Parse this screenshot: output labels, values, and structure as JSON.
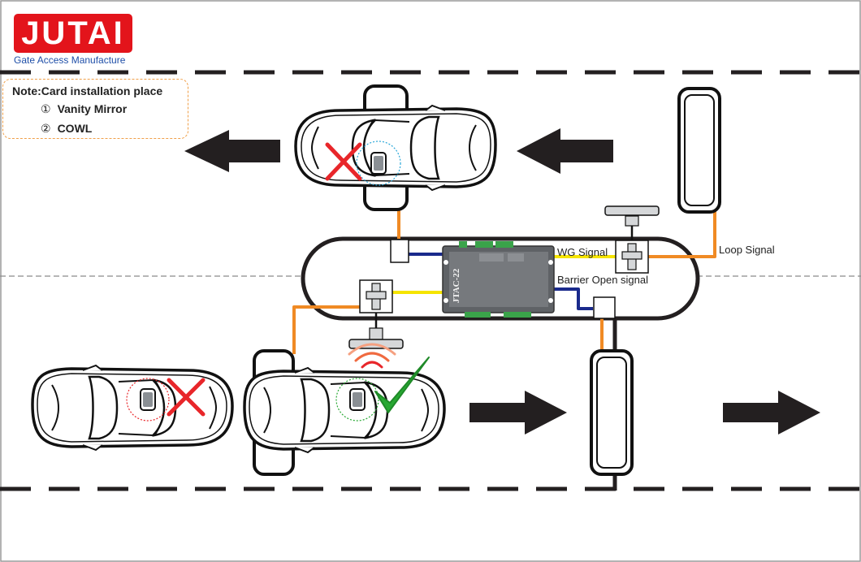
{
  "logo": {
    "brand": "JUTAI",
    "tagline": "Gate Access Manufacture",
    "color": "#e3141b",
    "tagline_color": "#1f4fa8"
  },
  "note": {
    "title": "Note:Card installation place",
    "items": [
      {
        "number": "①",
        "text": "Vanity Mirror"
      },
      {
        "number": "②",
        "text": "COWL"
      }
    ]
  },
  "labels": {
    "wg_signal": "WG Signal",
    "barrier_open_signal": "Barrier Open signal",
    "loop_signal": "Loop Signal"
  },
  "controller": {
    "model": "JTAC-22"
  },
  "colors": {
    "wire_orange": "#f08a24",
    "wire_blue": "#1a2a8c",
    "wire_yellow": "#f5e400",
    "accept_green": "#27a832",
    "reject_red": "#e8262a",
    "arrow": "#231f20"
  }
}
